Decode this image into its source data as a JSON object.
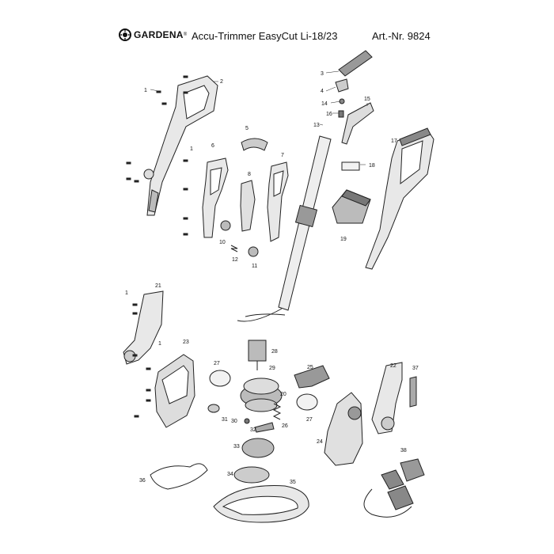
{
  "header": {
    "brand": "GARDENA",
    "brand_mark": "®",
    "title": "Accu-Trimmer EasyCut Li-18/23",
    "article_number": "Art.-Nr. 9824"
  },
  "callouts": {
    "p1a": "1",
    "p2": "2",
    "p3": "3",
    "p4": "4",
    "p5": "5",
    "p6": "6",
    "p7": "7",
    "p8": "8",
    "p10": "10",
    "p11": "11",
    "p12": "12",
    "p13": "13",
    "p14": "14",
    "p15": "15",
    "p16": "16",
    "p17": "17",
    "p18": "18",
    "p19": "19",
    "p1b": "1",
    "p21": "21",
    "p1c": "1",
    "p1d": "1",
    "p23": "23",
    "p22": "22",
    "p37": "37",
    "p28": "28",
    "p29": "29",
    "p27a": "27",
    "p25": "25",
    "p20": "20",
    "p31": "31",
    "p30": "30",
    "p32": "32",
    "p26": "26",
    "p27b": "27",
    "p24": "24",
    "p33": "33",
    "p38": "38",
    "p34": "34",
    "p36": "36",
    "p35": "35"
  }
}
